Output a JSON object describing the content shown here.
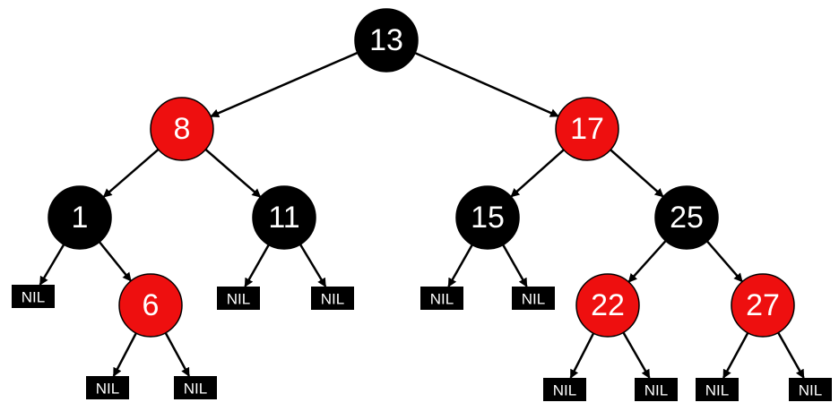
{
  "colors": {
    "red": "#ee0f0f",
    "black": "#000000",
    "text": "#ffffff",
    "edge": "#000000"
  },
  "tree": {
    "nodes": [
      {
        "id": "n13",
        "label": "13",
        "color": "black"
      },
      {
        "id": "n8",
        "label": "8",
        "color": "red"
      },
      {
        "id": "n17",
        "label": "17",
        "color": "red"
      },
      {
        "id": "n1",
        "label": "1",
        "color": "black"
      },
      {
        "id": "n11",
        "label": "11",
        "color": "black"
      },
      {
        "id": "n15",
        "label": "15",
        "color": "black"
      },
      {
        "id": "n25",
        "label": "25",
        "color": "black"
      },
      {
        "id": "n6",
        "label": "6",
        "color": "red"
      },
      {
        "id": "n22",
        "label": "22",
        "color": "red"
      },
      {
        "id": "n27",
        "label": "27",
        "color": "red"
      }
    ],
    "nil_label": "NIL",
    "nils": [
      "nil-1",
      "nil-6a",
      "nil-6b",
      "nil-11a",
      "nil-11b",
      "nil-15a",
      "nil-15b",
      "nil-22a",
      "nil-22b",
      "nil-27a",
      "nil-27b"
    ],
    "edges": [
      [
        "n13",
        "n8"
      ],
      [
        "n13",
        "n17"
      ],
      [
        "n8",
        "n1"
      ],
      [
        "n8",
        "n11"
      ],
      [
        "n17",
        "n15"
      ],
      [
        "n17",
        "n25"
      ],
      [
        "n1",
        "nil-1"
      ],
      [
        "n1",
        "n6"
      ],
      [
        "n11",
        "nil-11a"
      ],
      [
        "n11",
        "nil-11b"
      ],
      [
        "n15",
        "nil-15a"
      ],
      [
        "n15",
        "nil-15b"
      ],
      [
        "n25",
        "n22"
      ],
      [
        "n25",
        "n27"
      ],
      [
        "n6",
        "nil-6a"
      ],
      [
        "n6",
        "nil-6b"
      ],
      [
        "n22",
        "nil-22a"
      ],
      [
        "n22",
        "nil-22b"
      ],
      [
        "n27",
        "nil-27a"
      ],
      [
        "n27",
        "nil-27b"
      ]
    ]
  }
}
